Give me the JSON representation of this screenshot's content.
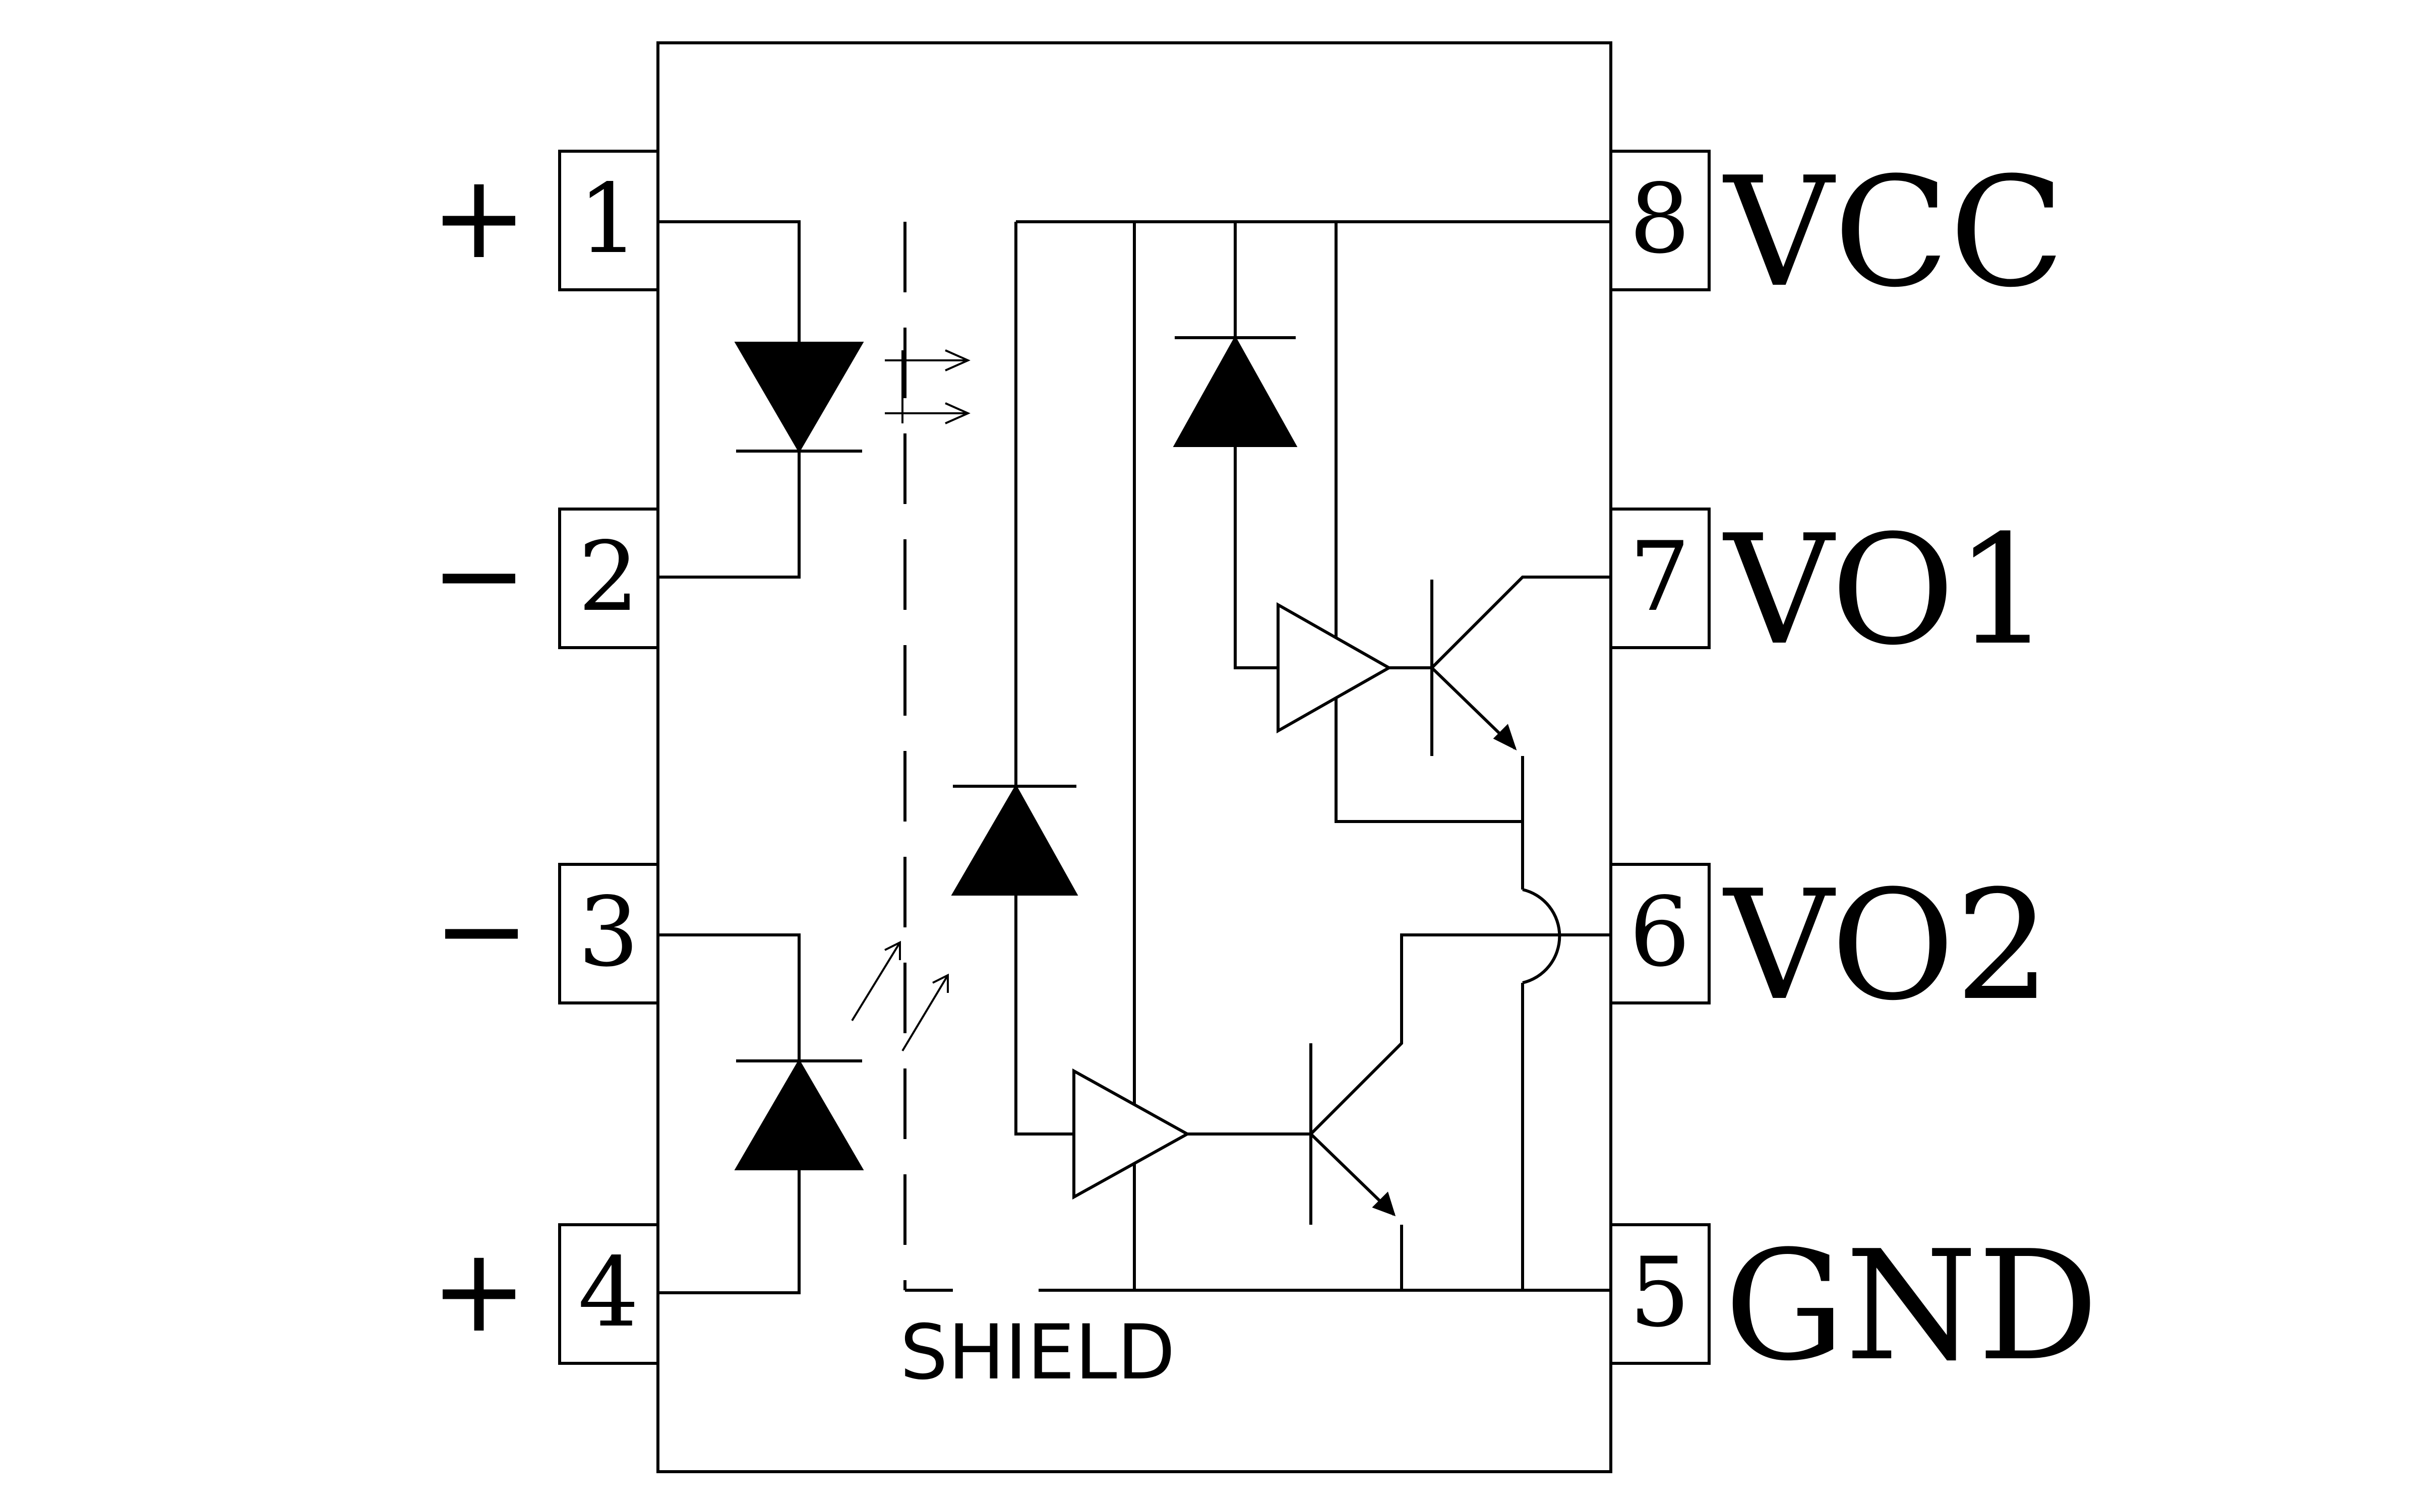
{
  "diagram": {
    "pins": [
      {
        "number": "1",
        "polarity": "+"
      },
      {
        "number": "2",
        "polarity": "−"
      },
      {
        "number": "3",
        "polarity": "−"
      },
      {
        "number": "4",
        "polarity": "+"
      },
      {
        "number": "5",
        "name": "GND"
      },
      {
        "number": "6",
        "name": "VO2"
      },
      {
        "number": "7",
        "name": "VO1"
      },
      {
        "number": "8",
        "name": "VCC"
      }
    ],
    "shield_label": "SHIELD",
    "colors": {
      "line": "#000000",
      "background": "#ffffff"
    },
    "icons": [
      "led-icon",
      "photodiode-icon",
      "amplifier-icon",
      "npn-transistor-icon",
      "light-arrow-icon"
    ]
  }
}
